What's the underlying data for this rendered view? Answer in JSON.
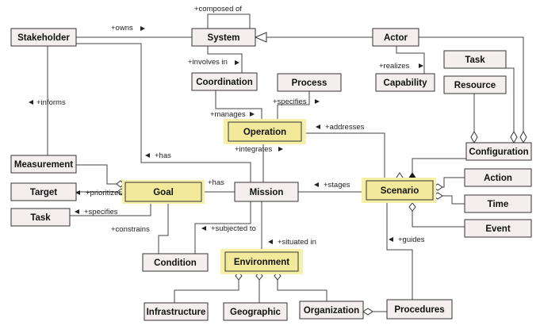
{
  "nodes": {
    "stakeholder": "Stakeholder",
    "system": "System",
    "actor": "Actor",
    "task_top": "Task",
    "coordination": "Coordination",
    "process": "Process",
    "capability": "Capability",
    "resource": "Resource",
    "operation": "Operation",
    "configuration": "Configuration",
    "measurement": "Measurement",
    "target": "Target",
    "goal": "Goal",
    "mission": "Mission",
    "scenario": "Scenario",
    "action": "Action",
    "task_left": "Task",
    "time": "Time",
    "event": "Event",
    "condition": "Condition",
    "environment": "Environment",
    "infrastructure": "Infrastructure",
    "geographic": "Geographic",
    "organization": "Organization",
    "procedures": "Procedures"
  },
  "relations": {
    "composed_of": "+composed of",
    "owns": "+owns",
    "involves_in": "+involves in",
    "realizes": "+realizes",
    "specifies_op": "+specifies",
    "manages": "+manages",
    "informs": "+informs",
    "addresses": "+addresses",
    "integrates": "+integrates",
    "has_top": "+has",
    "has_goal": "+has",
    "prioritizes": "+prioritizes",
    "stages": "+stages",
    "specifies_task": "+specifies",
    "constrains": "+constrains",
    "subjected_to": "+subjected to",
    "situated_in": "+situated in",
    "guides": "+guides"
  }
}
